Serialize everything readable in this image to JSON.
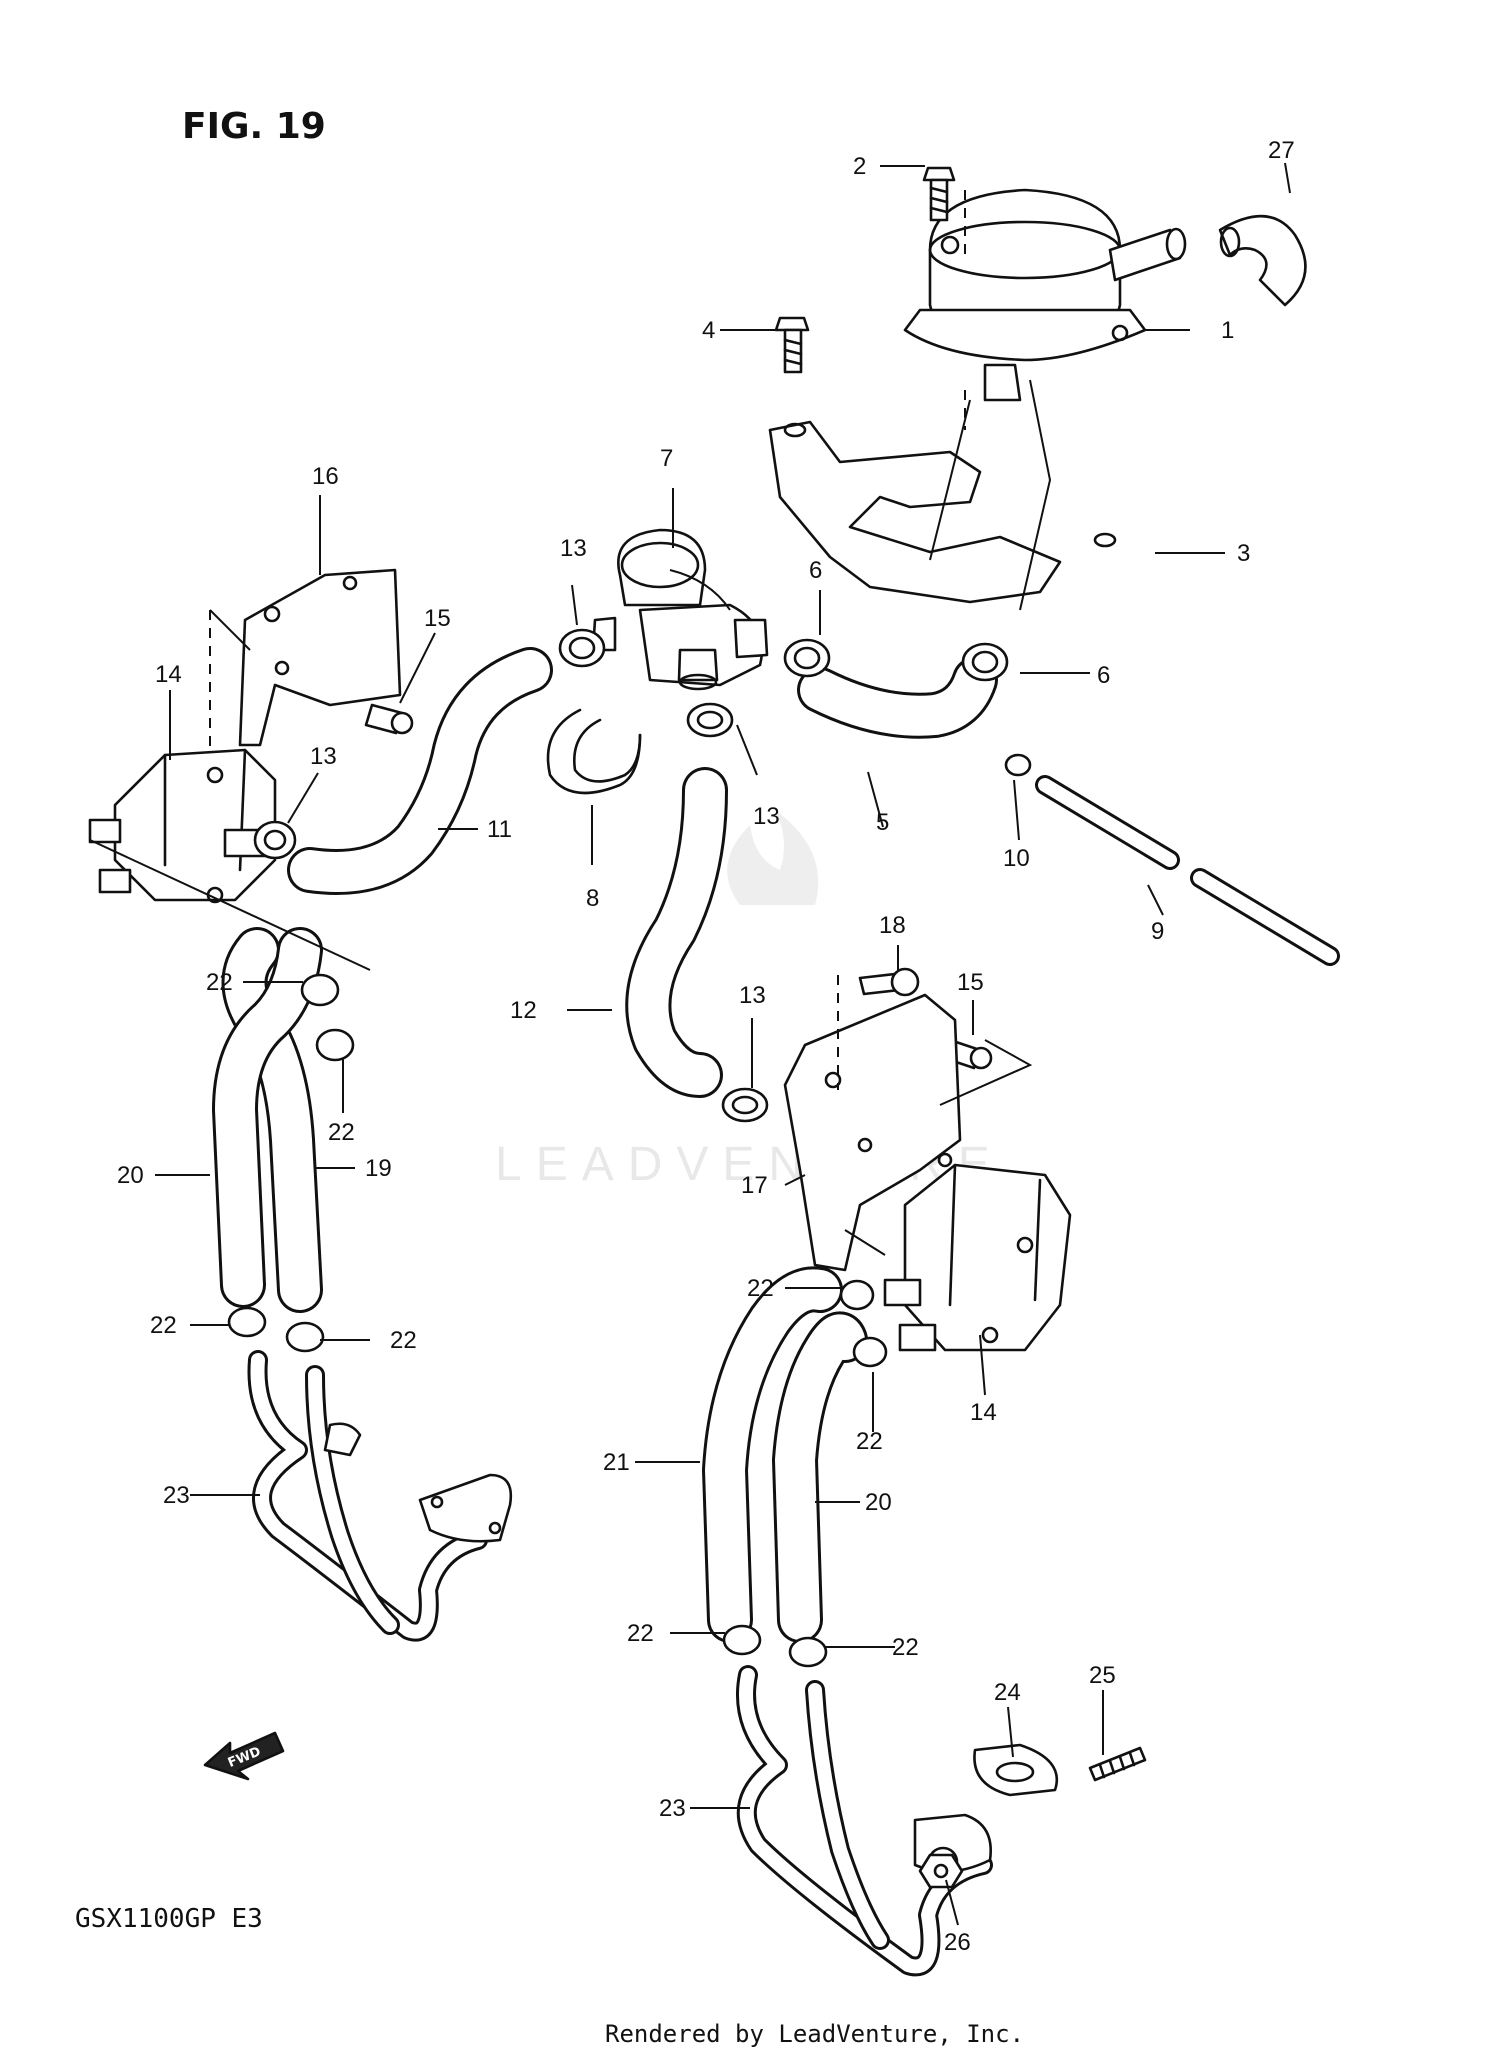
{
  "figure_title": "FIG. 19",
  "model_code": "GSX1100GP  E3",
  "footer": "Rendered by LeadVenture, Inc.",
  "watermark": "LEADVENTURE",
  "fwd_label": "FWD",
  "callouts": {
    "c1": "1",
    "c2": "2",
    "c3": "3",
    "c4": "4",
    "c5": "5",
    "c6a": "6",
    "c6b": "6",
    "c7": "7",
    "c8": "8",
    "c9": "9",
    "c10": "10",
    "c11": "11",
    "c12": "12",
    "c13a": "13",
    "c13b": "13",
    "c13c": "13",
    "c13d": "13",
    "c14a": "14",
    "c14b": "14",
    "c15a": "15",
    "c15b": "15",
    "c16": "16",
    "c17": "17",
    "c18": "18",
    "c19": "19",
    "c20a": "20",
    "c20b": "20",
    "c21": "21",
    "c22a": "22",
    "c22b": "22",
    "c22c": "22",
    "c22d": "22",
    "c22e": "22",
    "c22f": "22",
    "c22g": "22",
    "c22h": "22",
    "c23a": "23",
    "c23b": "23",
    "c24": "24",
    "c25": "25",
    "c26": "26",
    "c27": "27"
  }
}
